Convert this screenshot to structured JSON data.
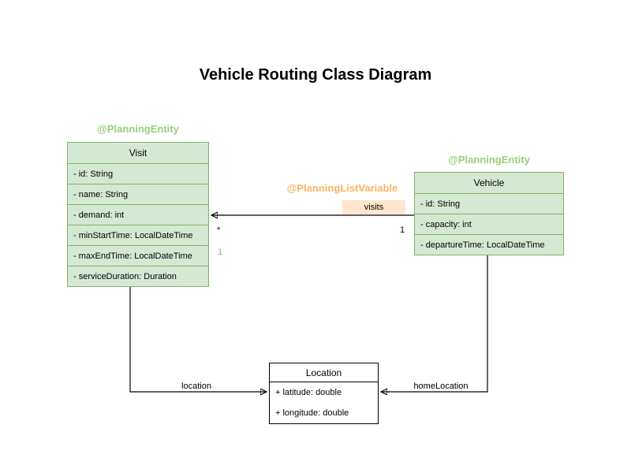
{
  "title": "Vehicle Routing Class Diagram",
  "colors": {
    "entity_fill": "#d5e8d4",
    "entity_border": "#82b366",
    "annotation_green": "#97d077",
    "annotation_orange": "#ffb266",
    "visits_chip_bg": "#ffe6cc",
    "plain_border": "#000000"
  },
  "classes": {
    "visit": {
      "annotation": "@PlanningEntity",
      "name": "Visit",
      "fields": [
        "- id: String",
        "- name: String",
        "- demand: int",
        "- minStartTime: LocalDateTime",
        "- maxEndTime: LocalDateTime",
        "- serviceDuration: Duration"
      ]
    },
    "vehicle": {
      "annotation": "@PlanningEntity",
      "name": "Vehicle",
      "fields": [
        "- id: String",
        "- capacity: int",
        "- departureTime: LocalDateTime"
      ]
    },
    "location": {
      "name": "Location",
      "fields": [
        "+ latitude: double",
        "+ longitude: double"
      ]
    }
  },
  "relations": {
    "visits": {
      "annotation": "@PlanningListVariable",
      "label": "visits",
      "multiplicity_visit_side": "*",
      "multiplicity_vehicle_side": "1",
      "ghost_multiplicity": "1"
    },
    "location_edge": {
      "label": "location"
    },
    "home_location_edge": {
      "label": "homeLocation"
    }
  }
}
